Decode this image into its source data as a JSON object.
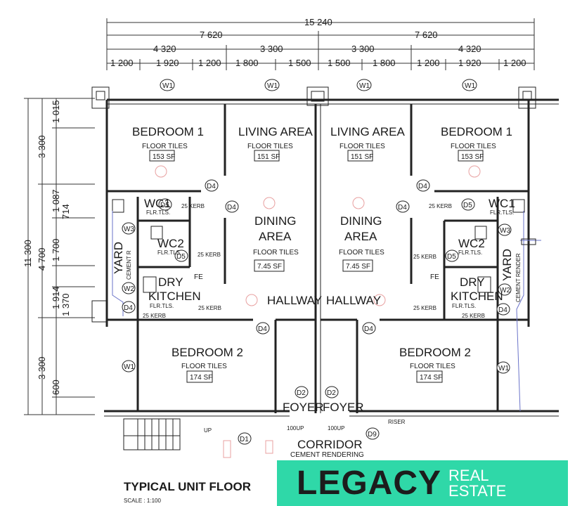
{
  "dimensions": {
    "total": "15 240",
    "halves": [
      "7 620",
      "7 620"
    ],
    "sections": [
      "4 320",
      "3 300",
      "3 300",
      "4 320"
    ],
    "details": [
      "1 200",
      "1 920",
      "1 200",
      "1 800",
      "1 500",
      "1 500",
      "1 800",
      "1 200",
      "1 920",
      "1 200"
    ],
    "left_total": "11 300",
    "left_mid": [
      "3 300",
      "4 700",
      "3 300"
    ],
    "left_details": [
      "1 015",
      "1 087",
      "714",
      "1 700",
      "1 914",
      "1 370",
      "600"
    ]
  },
  "rooms": {
    "bedroom1": "BEDROOM 1",
    "bedroom2": "BEDROOM 2",
    "living": "LIVING AREA",
    "dining_1": "DINING",
    "dining_2": "AREA",
    "hallway": "HALLWAY",
    "wc1": "WC1",
    "wc2": "WC2",
    "dry": "DRY",
    "kitchen": "KITCHEN",
    "yard": "YARD",
    "foyer": "FOYER",
    "corridor": "CORRIDOR"
  },
  "finishes": {
    "floor_tiles": "FLOOR TILES",
    "flr_tls": "FLR.TLS.",
    "cement_left": "CEMENT R",
    "cement_right": "CEMENT RENDER",
    "corridor_finish": "CEMENT RENDERING",
    "kerb": "25 KERB",
    "fe": "FE",
    "up": "UP",
    "up100": "100UP",
    "riser": "RISER"
  },
  "areas": {
    "bedroom1": "153 SF",
    "living": "151 SF",
    "dining": "7.45 SF",
    "bedroom2": "174 SF"
  },
  "tags": {
    "w1": "W1",
    "w2": "W2",
    "w3": "W3",
    "d1": "D1",
    "d2": "D2",
    "d4": "D4",
    "d5": "D5",
    "d9": "D9"
  },
  "footer": {
    "title": "TYPICAL UNIT FLOOR",
    "scale": "SCALE : 1:100"
  },
  "banner": {
    "logo": "LEGACY",
    "line1": "REAL",
    "line2": "ESTATE",
    "color": "#2fd8a8"
  }
}
